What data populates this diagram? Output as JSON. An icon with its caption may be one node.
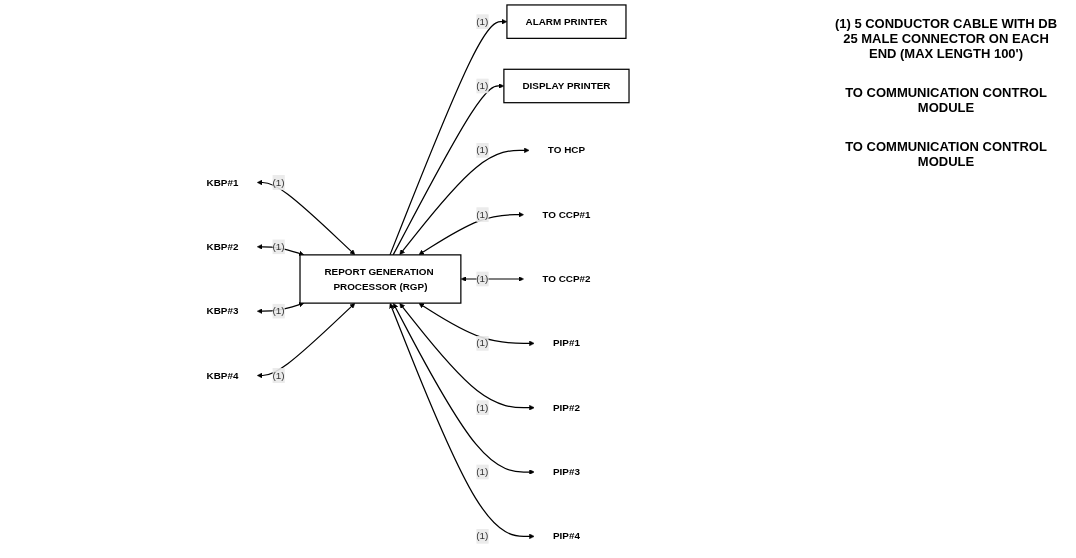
{
  "diagram": {
    "nodes": [
      {
        "text": [
          "ALARM PRINTER"
        ]
      },
      {
        "text": [
          "DISPLAY PRINTER"
        ]
      },
      {
        "text": [
          "REPORT GENERATION PROCESSOR (RGP)"
        ]
      },
      {
        "text": [
          "KBP#1"
        ]
      },
      {
        "text": [
          "KBP#2"
        ]
      },
      {
        "text": [
          "KBP#3"
        ]
      },
      {
        "text": [
          "KBP#4"
        ]
      },
      {
        "text": [
          "TO HCP"
        ]
      },
      {
        "text": [
          "TO CCP#1"
        ]
      },
      {
        "text": [
          "TO CCP#2"
        ]
      },
      {
        "text": [
          "PIP#1"
        ]
      },
      {
        "text": [
          "PIP#2"
        ]
      },
      {
        "text": [
          "PIP#3"
        ]
      },
      {
        "text": [
          "PIP#4"
        ]
      }
    ],
    "edges": [
      {
        "from": 2,
        "to": 0,
        "arrow": "to",
        "label": "(1)"
      },
      {
        "from": 2,
        "to": 1,
        "arrow": "to",
        "label": "(1)"
      },
      {
        "from": 3,
        "to": 2,
        "arrow": "both",
        "label": "(1)"
      },
      {
        "from": 4,
        "to": 2,
        "arrow": "both",
        "label": "(1)"
      },
      {
        "from": 5,
        "to": 2,
        "arrow": "both",
        "label": "(1)"
      },
      {
        "from": 6,
        "to": 2,
        "arrow": "both",
        "label": "(1)"
      },
      {
        "from": 2,
        "to": 7,
        "arrow": "both",
        "label": "(1)"
      },
      {
        "from": 2,
        "to": 8,
        "arrow": "both",
        "label": "(1)"
      },
      {
        "from": 2,
        "to": 9,
        "arrow": "both",
        "label": "(1)"
      },
      {
        "from": 2,
        "to": 10,
        "arrow": "both",
        "label": "(1)"
      },
      {
        "from": 2,
        "to": 11,
        "arrow": "both",
        "label": "(1)"
      },
      {
        "from": 2,
        "to": 12,
        "arrow": "both",
        "label": "(1)"
      },
      {
        "from": 2,
        "to": 13,
        "arrow": "both",
        "label": "(1)"
      }
    ],
    "labels": [
      "(1) 5 CONDUCTOR CABLE WITH DB 25 MALE CONNECTOR ON EACH END (MAX LENGTH 100')",
      "TO COMMUNICATION CONTROL MODULE",
      "TO COMMUNICATION CONTROL MODULE"
    ]
  }
}
